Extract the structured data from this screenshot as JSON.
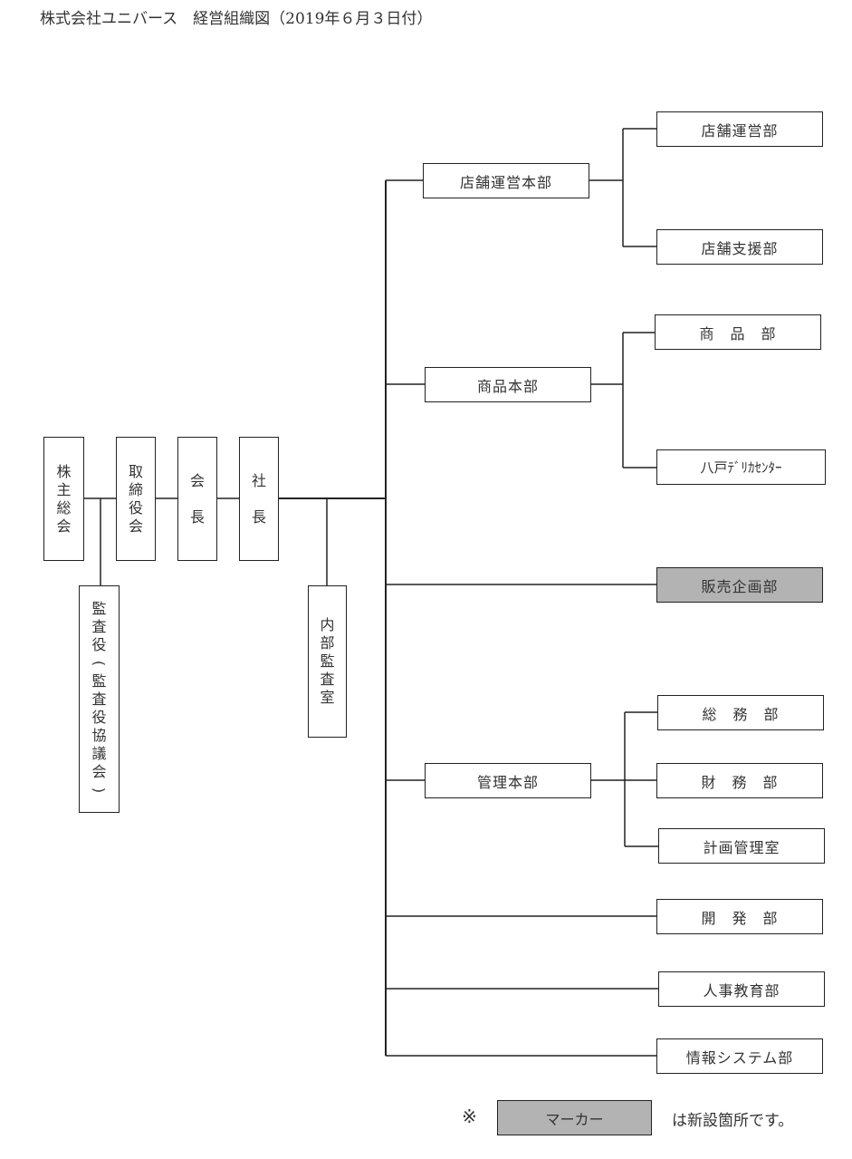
{
  "title": "株式会社ユニバース　経営組織図（2019年６月３日付）",
  "colors": {
    "new_fill": "#b3b3b3",
    "line": "#222222",
    "text": "#333333"
  },
  "top_chain": {
    "shareholders": [
      "株",
      "主",
      "総",
      "会"
    ],
    "board": [
      "取",
      "締",
      "役",
      "会"
    ],
    "chairman": [
      "会",
      "",
      "長"
    ],
    "president": [
      "社",
      "",
      "長"
    ],
    "auditor": [
      "監",
      "査",
      "役",
      "(",
      "監",
      "査",
      "役",
      "協",
      "議",
      "会",
      ")"
    ],
    "internal_audit": [
      "内",
      "部",
      "監",
      "査",
      "室"
    ]
  },
  "divisions": {
    "store_ops_hq": "店舗運営本部",
    "store_ops_dept": "店舗運営部",
    "store_support_dept": "店舗支援部",
    "merchandise_hq": "商品本部",
    "merchandise_dept": "商　品　部",
    "hachinohe_deli": "八戸ﾃﾞﾘｶｾﾝﾀｰ",
    "sales_planning": "販売企画部",
    "admin_hq": "管理本部",
    "general_affairs": "総　務　部",
    "finance": "財　務　部",
    "planning_mgmt": "計画管理室",
    "development": "開　発　部",
    "hr_education": "人事教育部",
    "info_systems": "情報システム部"
  },
  "new_departments": [
    "販売企画部"
  ],
  "legend": {
    "mark": "※",
    "marker_label": "マーカー",
    "text": "は新設箇所です。"
  }
}
